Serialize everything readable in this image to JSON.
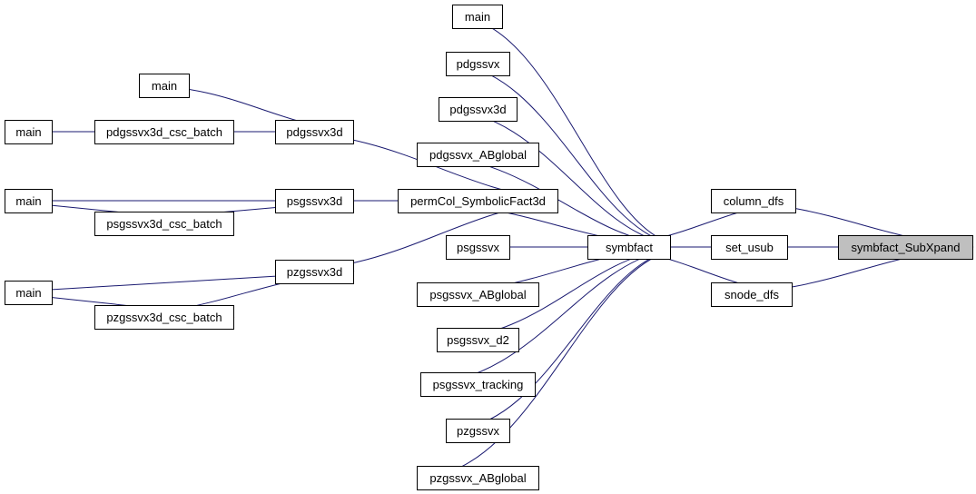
{
  "graph": {
    "nodes": [
      {
        "id": "symbfact_SubXpand",
        "label": "symbfact_SubXpand",
        "highlight": true
      },
      {
        "id": "column_dfs",
        "label": "column_dfs"
      },
      {
        "id": "set_usub",
        "label": "set_usub"
      },
      {
        "id": "snode_dfs",
        "label": "snode_dfs"
      },
      {
        "id": "symbfact",
        "label": "symbfact"
      },
      {
        "id": "main_top",
        "label": "main"
      },
      {
        "id": "pdgssvx",
        "label": "pdgssvx"
      },
      {
        "id": "pdgssvx3d",
        "label": "pdgssvx3d"
      },
      {
        "id": "pdgssvx_ABglobal",
        "label": "pdgssvx_ABglobal"
      },
      {
        "id": "permCol_SymbolicFact3d",
        "label": "permCol_SymbolicFact3d"
      },
      {
        "id": "psgssvx",
        "label": "psgssvx"
      },
      {
        "id": "psgssvx_ABglobal",
        "label": "psgssvx_ABglobal"
      },
      {
        "id": "psgssvx_d2",
        "label": "psgssvx_d2"
      },
      {
        "id": "psgssvx_tracking",
        "label": "psgssvx_tracking"
      },
      {
        "id": "pzgssvx",
        "label": "pzgssvx"
      },
      {
        "id": "pzgssvx_ABglobal",
        "label": "pzgssvx_ABglobal"
      },
      {
        "id": "pdgssvx3d_b",
        "label": "pdgssvx3d"
      },
      {
        "id": "psgssvx3d",
        "label": "psgssvx3d"
      },
      {
        "id": "pzgssvx3d",
        "label": "pzgssvx3d"
      },
      {
        "id": "main_pd3d",
        "label": "main"
      },
      {
        "id": "pdgssvx3d_csc_batch",
        "label": "pdgssvx3d_csc_batch"
      },
      {
        "id": "main_pdbatch",
        "label": "main"
      },
      {
        "id": "psgssvx3d_csc_batch",
        "label": "psgssvx3d_csc_batch"
      },
      {
        "id": "main_ps",
        "label": "main"
      },
      {
        "id": "pzgssvx3d_csc_batch",
        "label": "pzgssvx3d_csc_batch"
      },
      {
        "id": "main_pz",
        "label": "main"
      }
    ],
    "edges": [
      {
        "from": "column_dfs",
        "to": "symbfact_SubXpand"
      },
      {
        "from": "set_usub",
        "to": "symbfact_SubXpand"
      },
      {
        "from": "snode_dfs",
        "to": "symbfact_SubXpand"
      },
      {
        "from": "symbfact",
        "to": "column_dfs"
      },
      {
        "from": "symbfact",
        "to": "set_usub"
      },
      {
        "from": "symbfact",
        "to": "snode_dfs"
      },
      {
        "from": "main_top",
        "to": "symbfact"
      },
      {
        "from": "pdgssvx",
        "to": "symbfact"
      },
      {
        "from": "pdgssvx3d",
        "to": "symbfact"
      },
      {
        "from": "pdgssvx_ABglobal",
        "to": "symbfact"
      },
      {
        "from": "permCol_SymbolicFact3d",
        "to": "symbfact"
      },
      {
        "from": "psgssvx",
        "to": "symbfact"
      },
      {
        "from": "psgssvx_ABglobal",
        "to": "symbfact"
      },
      {
        "from": "psgssvx_d2",
        "to": "symbfact"
      },
      {
        "from": "psgssvx_tracking",
        "to": "symbfact"
      },
      {
        "from": "pzgssvx",
        "to": "symbfact"
      },
      {
        "from": "pzgssvx_ABglobal",
        "to": "symbfact"
      },
      {
        "from": "pdgssvx3d_b",
        "to": "permCol_SymbolicFact3d"
      },
      {
        "from": "psgssvx3d",
        "to": "permCol_SymbolicFact3d"
      },
      {
        "from": "pzgssvx3d",
        "to": "permCol_SymbolicFact3d"
      },
      {
        "from": "main_pd3d",
        "to": "pdgssvx3d_b"
      },
      {
        "from": "pdgssvx3d_csc_batch",
        "to": "pdgssvx3d_b"
      },
      {
        "from": "main_pdbatch",
        "to": "pdgssvx3d_csc_batch"
      },
      {
        "from": "main_ps",
        "to": "psgssvx3d"
      },
      {
        "from": "psgssvx3d_csc_batch",
        "to": "psgssvx3d"
      },
      {
        "from": "main_ps",
        "to": "psgssvx3d_csc_batch"
      },
      {
        "from": "main_pz",
        "to": "pzgssvx3d"
      },
      {
        "from": "pzgssvx3d_csc_batch",
        "to": "pzgssvx3d"
      },
      {
        "from": "main_pz",
        "to": "pzgssvx3d_csc_batch"
      }
    ]
  }
}
